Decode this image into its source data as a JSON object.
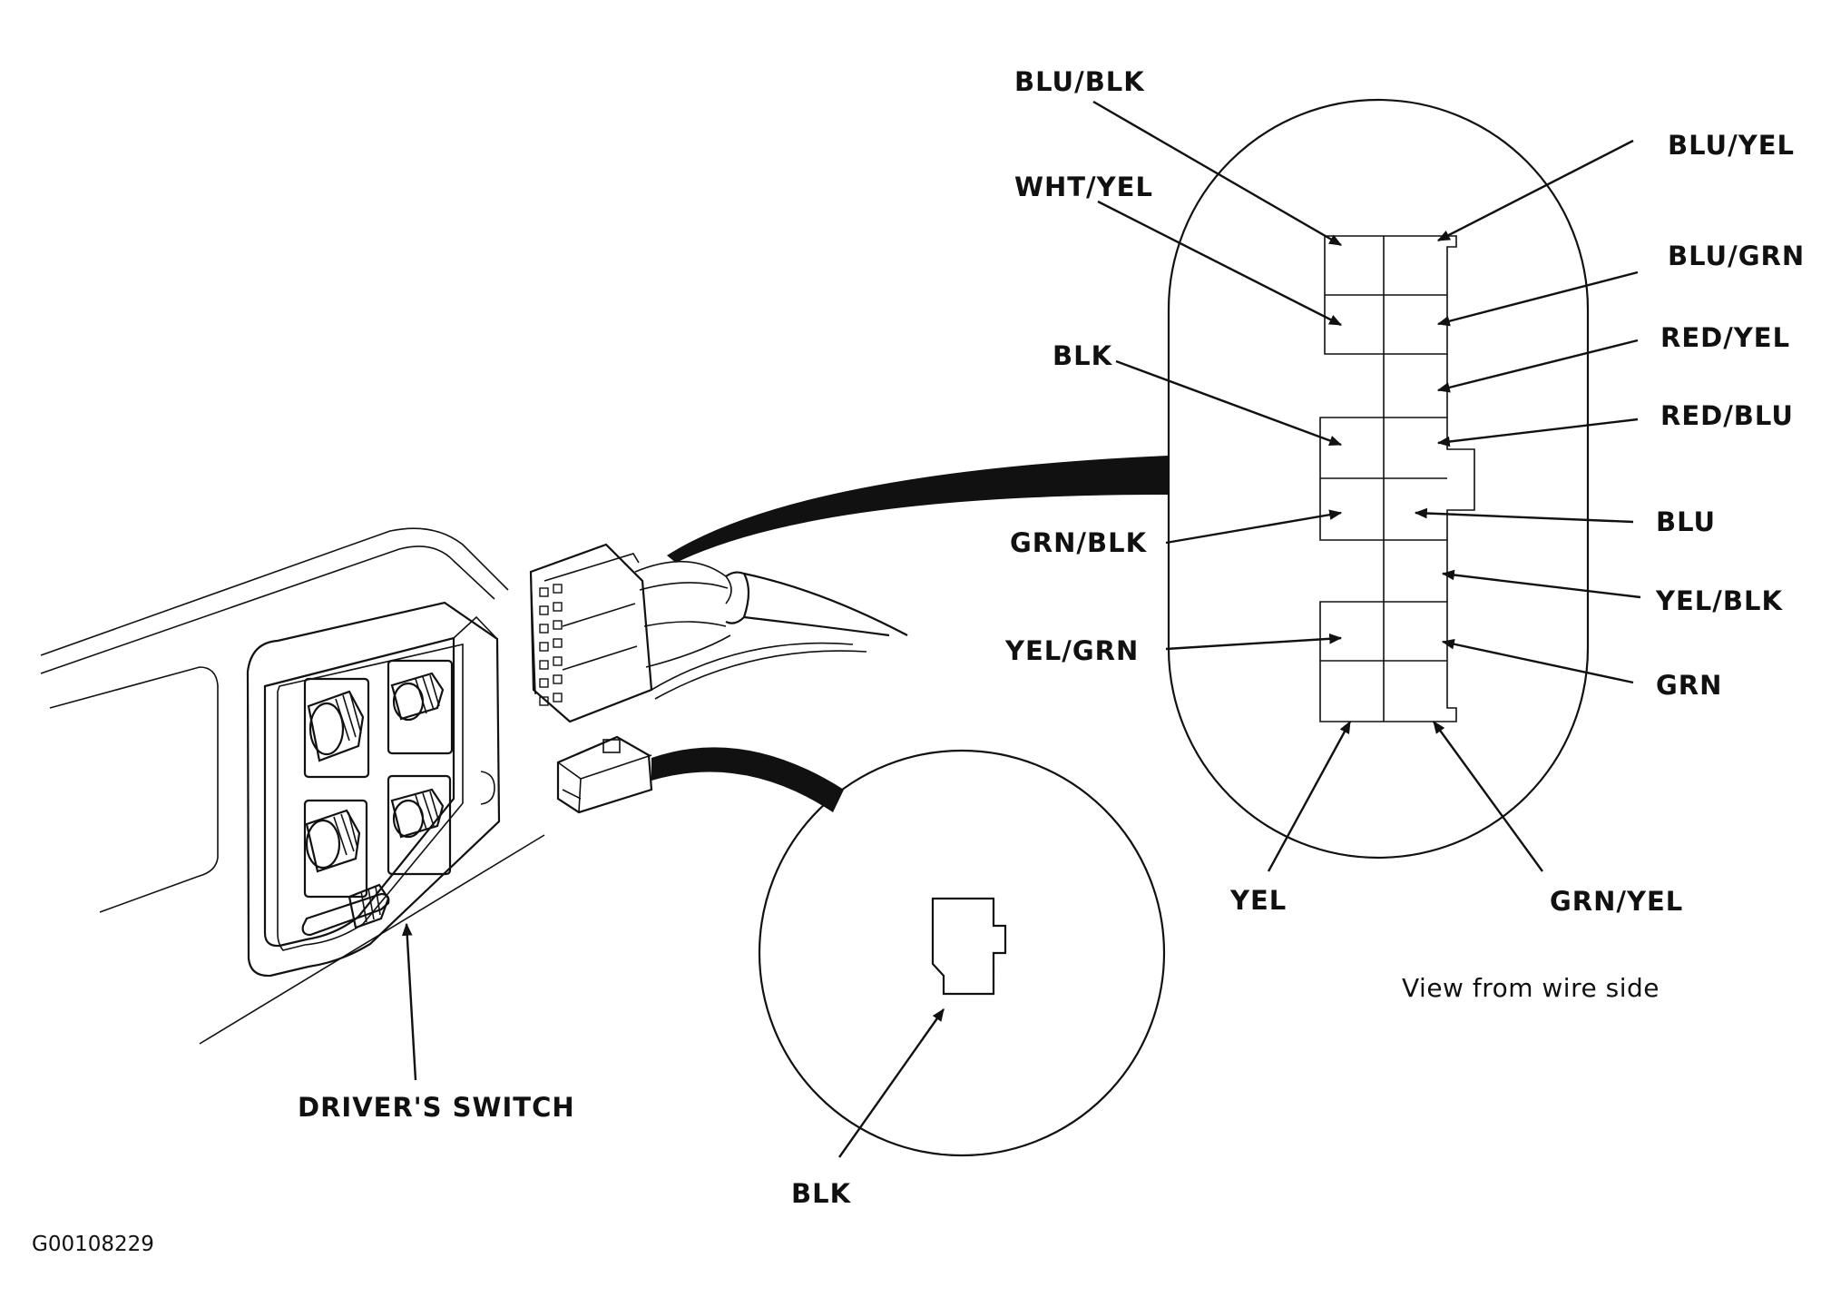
{
  "labels": {
    "blu_blk": "BLU/BLK",
    "wht_yel": "WHT/YEL",
    "blk_top": "BLK",
    "grn_blk": "GRN/BLK",
    "yel_grn": "YEL/GRN",
    "blu_yel": "BLU/YEL",
    "blu_grn": "BLU/GRN",
    "red_yel": "RED/YEL",
    "red_blu": "RED/BLU",
    "blu": "BLU",
    "yel_blk": "YEL/BLK",
    "grn": "GRN",
    "yel": "YEL",
    "grn_yel": "GRN/YEL",
    "blk_bottom": "BLK",
    "drivers_switch": "DRIVER'S SWITCH"
  },
  "note": "View from wire side",
  "figure_code": "G00108229"
}
